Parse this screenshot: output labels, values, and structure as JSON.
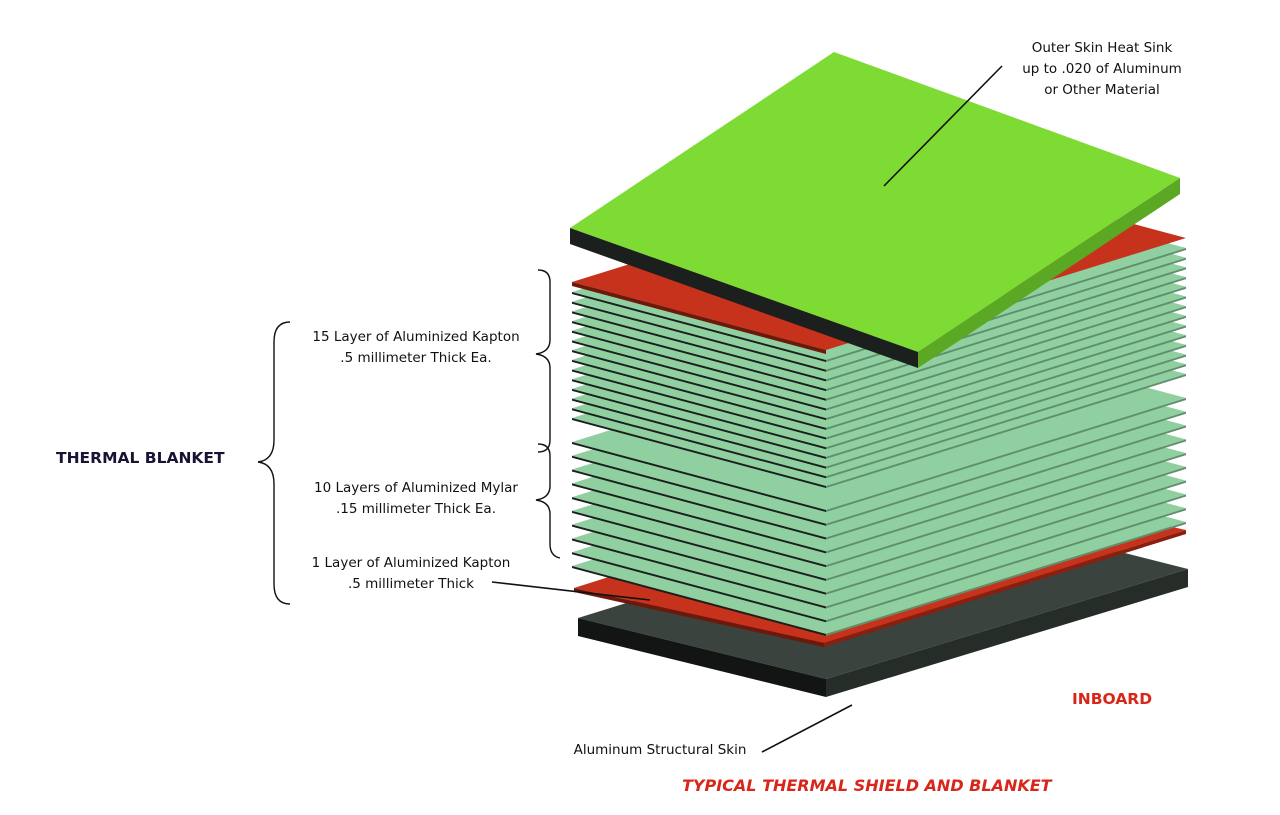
{
  "labels": {
    "outer_skin": [
      "Outer Skin Heat Sink",
      "up to .020 of Aluminum",
      "or Other Material"
    ],
    "kapton_15": [
      "15 Layer of Aluminized Kapton",
      ".5 millimeter Thick Ea."
    ],
    "thermal_blanket": "THERMAL BLANKET",
    "mylar_10": [
      "10 Layers of Aluminized Mylar",
      ".15 millimeter Thick Ea."
    ],
    "kapton_1": [
      "1 Layer of Aluminized Kapton",
      ".5 millimeter Thick"
    ],
    "inboard": "INBOARD",
    "structural_skin": "Aluminum Structural Skin",
    "caption": "TYPICAL THERMAL SHIELD AND BLANKET"
  },
  "colors": {
    "outer_skin": "#7ddb34",
    "kapton": "#c6321c",
    "blanket_layer": "#8fcfa0",
    "edge_dark": "#1b1f1d",
    "structural_skin": "#3a433d",
    "title_dark": "#1a1333",
    "caption_red": "#d8261a"
  },
  "layer_counts": {
    "kapton_layers": 15,
    "mylar_layers": 10
  }
}
